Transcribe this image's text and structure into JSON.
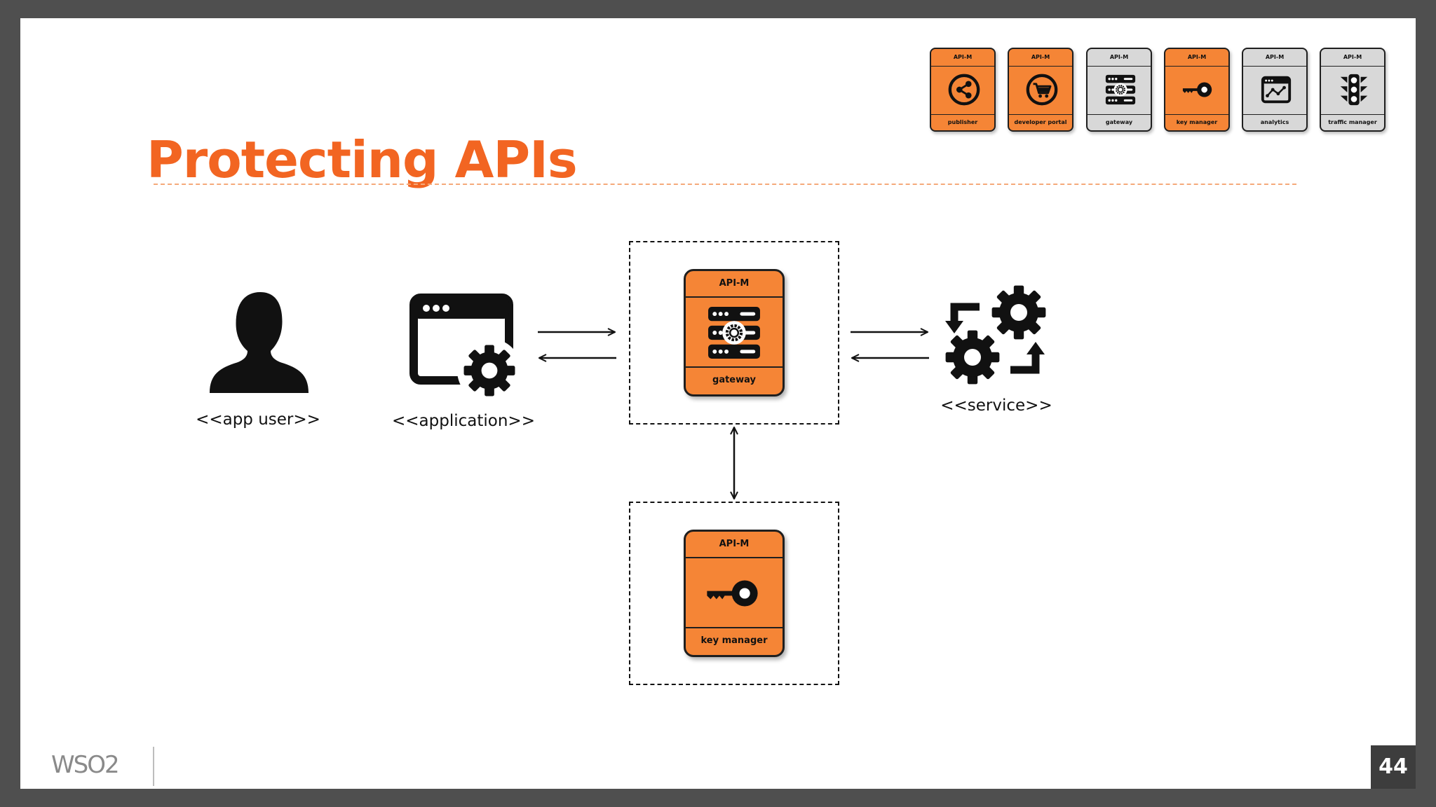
{
  "slide": {
    "title": "Protecting APIs",
    "page_number": "44",
    "logo": "WSO2"
  },
  "legend": {
    "items": [
      {
        "header": "API-M",
        "label": "publisher",
        "icon": "share-icon",
        "state": "highlighted"
      },
      {
        "header": "API-M",
        "label": "developer portal",
        "icon": "cart-icon",
        "state": "highlighted"
      },
      {
        "header": "API-M",
        "label": "gateway",
        "icon": "server-gear-icon",
        "state": "dimmed"
      },
      {
        "header": "API-M",
        "label": "key manager",
        "icon": "key-icon",
        "state": "highlighted"
      },
      {
        "header": "API-M",
        "label": "analytics",
        "icon": "analytics-window-icon",
        "state": "dimmed"
      },
      {
        "header": "API-M",
        "label": "traffic manager",
        "icon": "traffic-light-icon",
        "state": "dimmed"
      }
    ]
  },
  "diagram": {
    "app_user": {
      "label": "<<app user>>",
      "icon": "user-silhouette-icon"
    },
    "application": {
      "label": "<<application>>",
      "icon": "app-window-gear-icon"
    },
    "gateway": {
      "header": "API-M",
      "label": "gateway",
      "icon": "server-gear-icon"
    },
    "key_manager": {
      "header": "API-M",
      "label": "key manager",
      "icon": "key-icon"
    },
    "service": {
      "label": "<<service>>",
      "icon": "gears-cycle-icon"
    }
  },
  "colors": {
    "accent": "#f26522",
    "card_orange": "#f58536",
    "card_gray": "#d8d8d8",
    "frame": "#4f4f4f"
  }
}
